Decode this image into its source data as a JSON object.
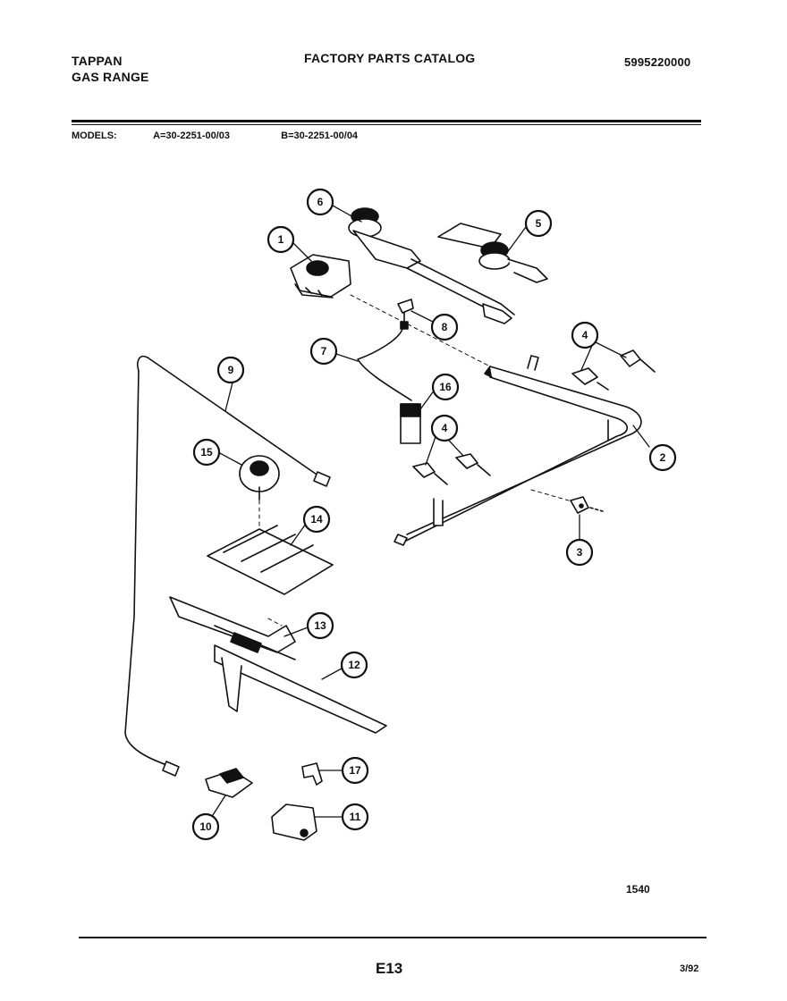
{
  "header": {
    "brand": "TAPPAN",
    "product": "GAS RANGE",
    "catalog_title": "FACTORY PARTS CATALOG",
    "catalog_number": "5995220000"
  },
  "models": {
    "label": "MODELS:",
    "model_a": "A=30-2251-00/03",
    "model_b": "B=30-2251-00/04"
  },
  "callouts": [
    "1",
    "2",
    "3",
    "4",
    "4",
    "5",
    "6",
    "7",
    "8",
    "9",
    "10",
    "11",
    "12",
    "13",
    "14",
    "15",
    "16",
    "17"
  ],
  "footer": {
    "reference_code": "1540",
    "page_id": "E13",
    "date": "3/92"
  }
}
